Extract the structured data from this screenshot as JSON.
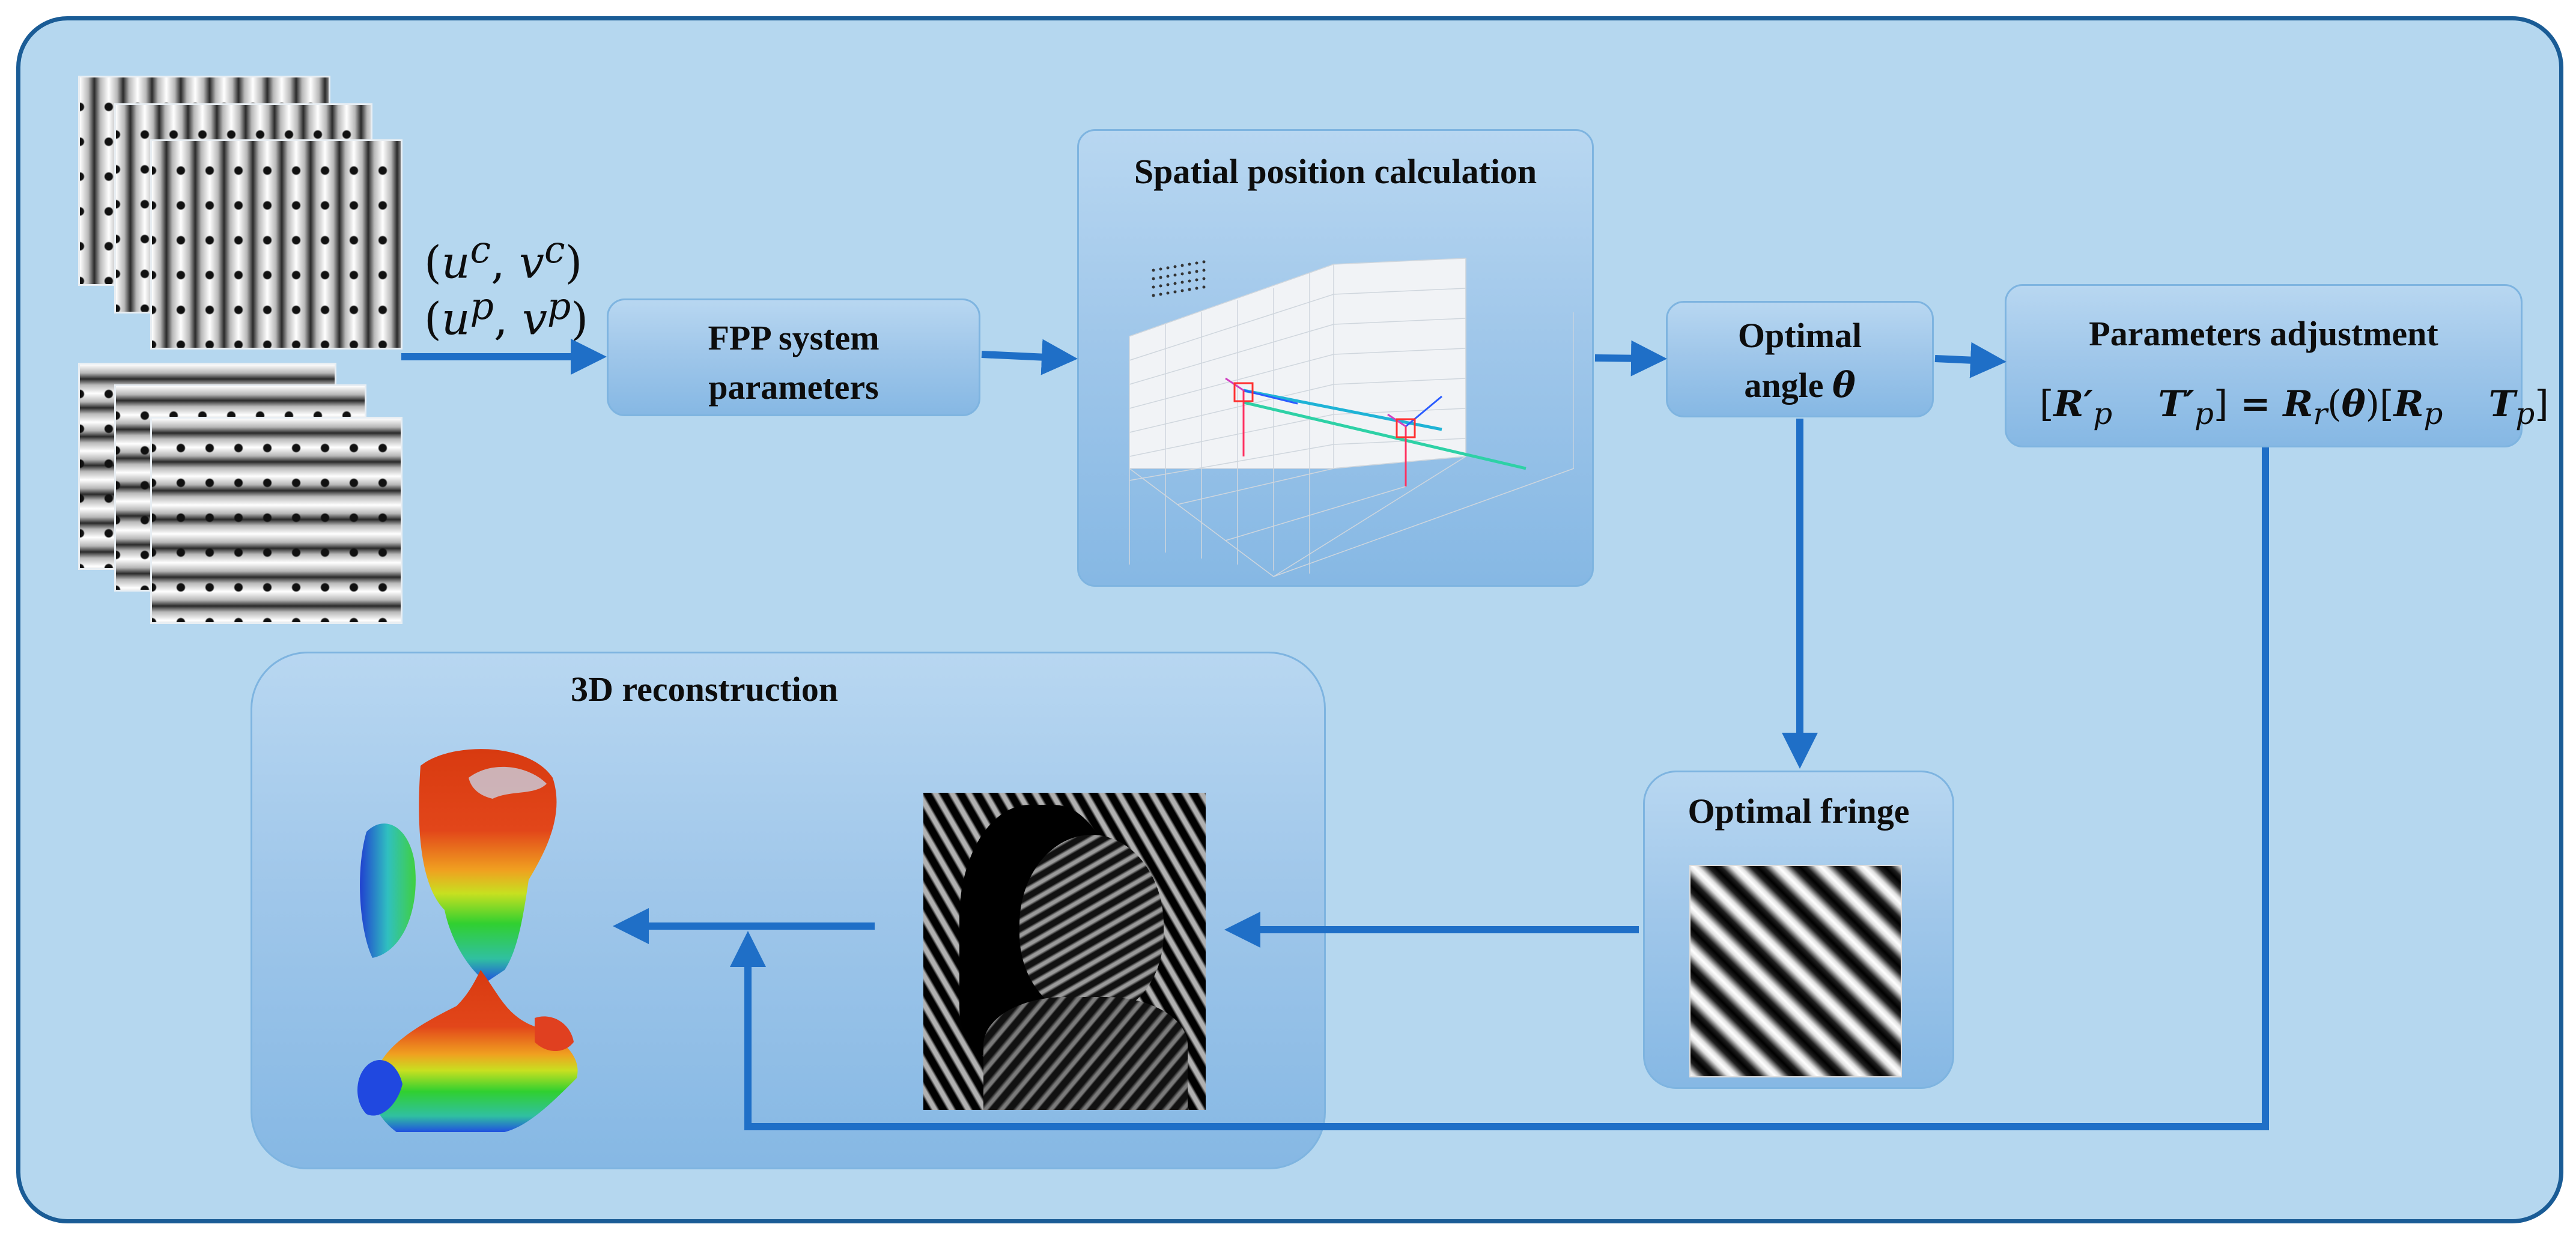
{
  "coords": {
    "camera": {
      "u": "u",
      "u_sup": "c",
      "sep": ", ",
      "v": "v",
      "v_sup": "c"
    },
    "projector": {
      "u": "u",
      "u_sup": "p",
      "sep": ", ",
      "v": "v",
      "v_sup": "p"
    }
  },
  "fpp": {
    "line1": "FPP system",
    "line2": "parameters"
  },
  "spatial": {
    "title": "Spatial position calculation"
  },
  "optimal_angle": {
    "line1": "Optimal",
    "line2": "angle",
    "symbol": "θ"
  },
  "params_adjust": {
    "title": "Parameters adjustment",
    "formula": {
      "R_p_prime": "R′",
      "p": "p",
      "T_p_prime": "T′",
      "equals": " = ",
      "R": "R",
      "r": "r",
      "theta": "θ",
      "R_p": "R",
      "T_p": "T"
    }
  },
  "optimal_fringe": {
    "title": "Optimal fringe"
  },
  "reconstruction": {
    "title": "3D reconstruction"
  },
  "colors": {
    "panel_bg": "#b5d7ef",
    "panel_border": "#1a5c96",
    "arrow": "#1f6fc7",
    "box_border": "#7eb4e0"
  }
}
